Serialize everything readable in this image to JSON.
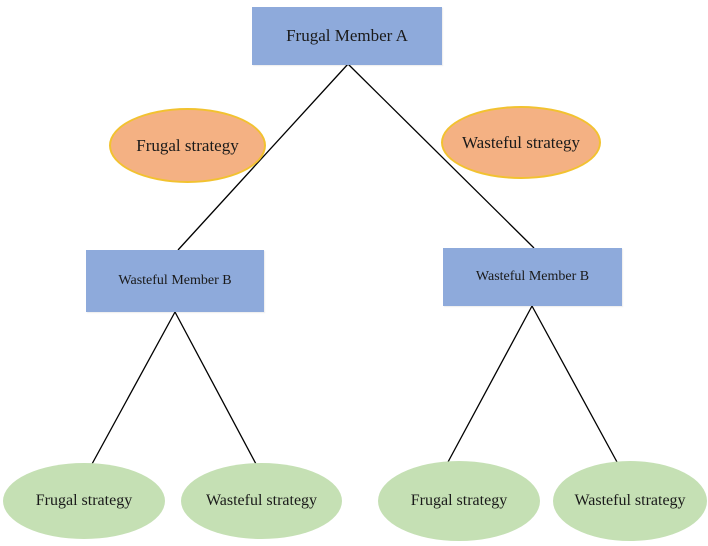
{
  "diagram": {
    "root": {
      "label": "Frugal Member A"
    },
    "branches": [
      {
        "strategy_label": "Frugal strategy",
        "child": {
          "label": "Wasteful Member B"
        },
        "leaves": [
          {
            "label": "Frugal strategy"
          },
          {
            "label": "Wasteful strategy"
          }
        ]
      },
      {
        "strategy_label": "Wasteful strategy",
        "child": {
          "label": "Wasteful Member B"
        },
        "leaves": [
          {
            "label": "Frugal strategy"
          },
          {
            "label": "Wasteful strategy"
          }
        ]
      }
    ]
  },
  "colors": {
    "member_box": "#8eaadb",
    "strategy_ellipse_fill": "#f4b183",
    "strategy_ellipse_border": "#f2c230",
    "leaf_ellipse_fill": "#c5e0b4",
    "edge": "#000000"
  }
}
